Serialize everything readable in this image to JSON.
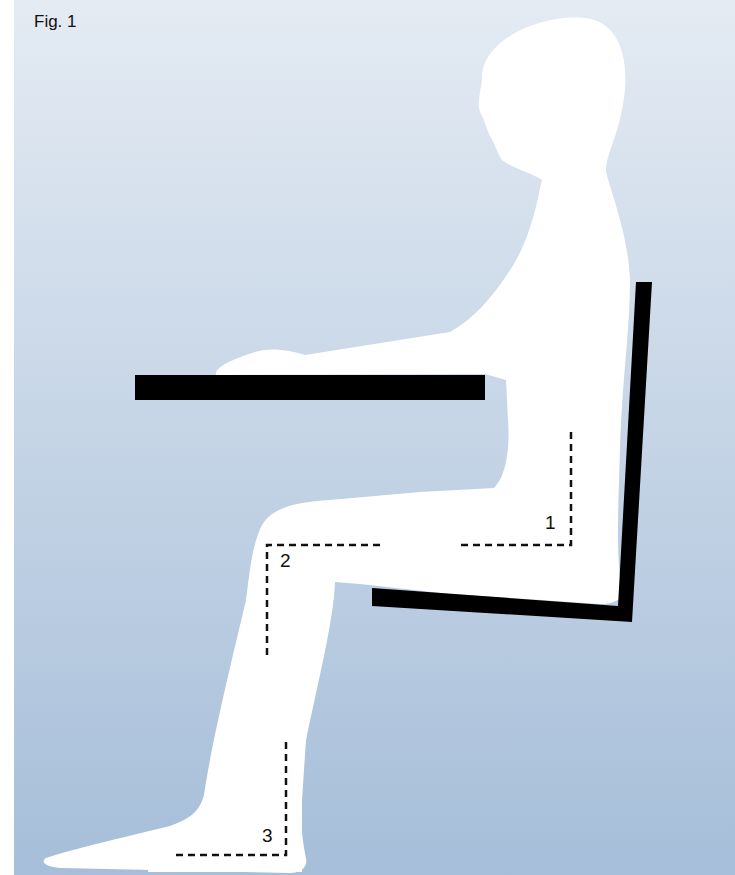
{
  "diagram": {
    "labels": [
      "Fig. 1",
      "1",
      "2",
      "3"
    ]
  }
}
